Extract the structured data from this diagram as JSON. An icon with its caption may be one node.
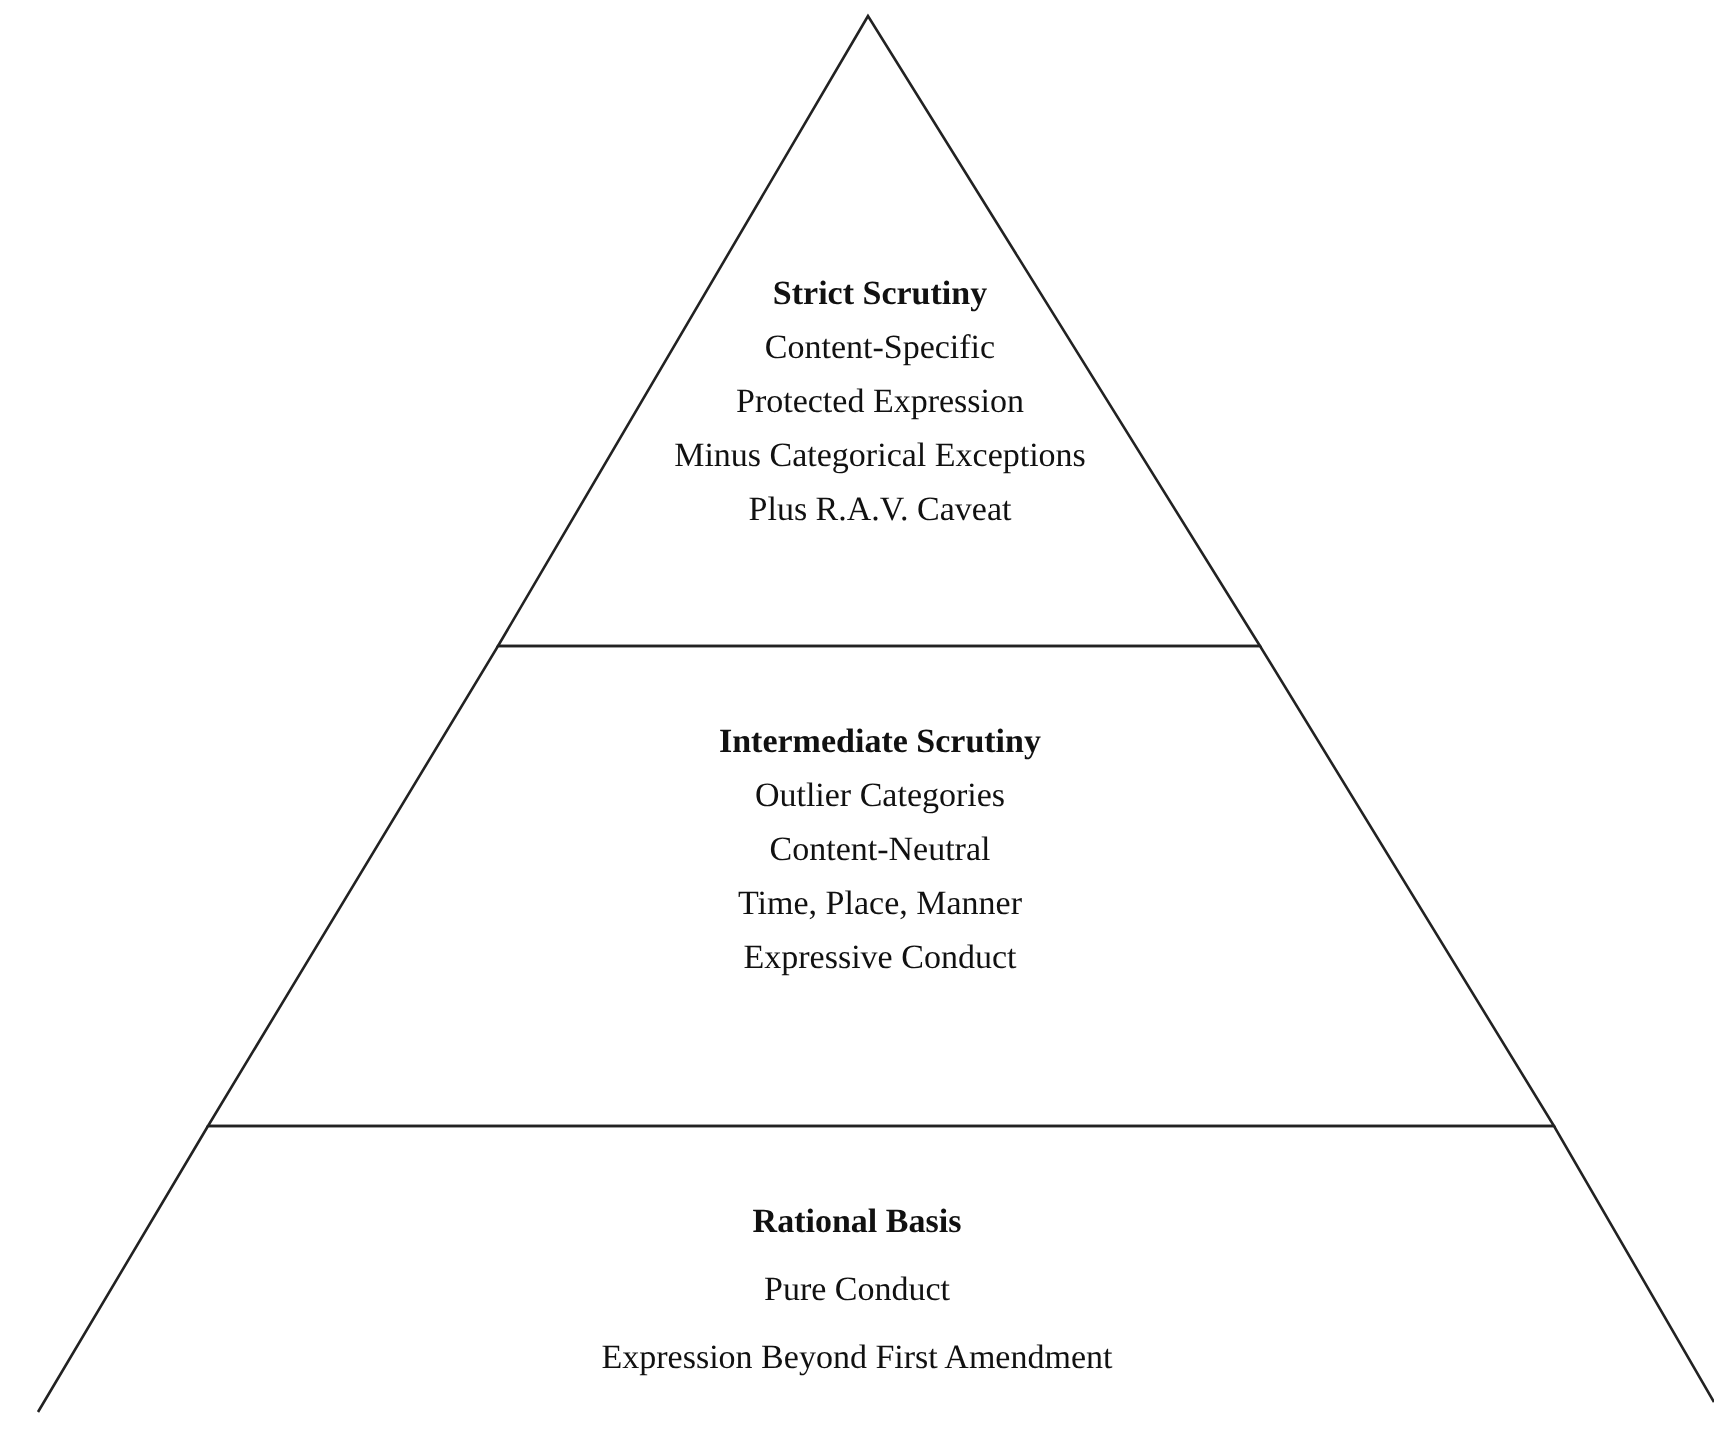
{
  "diagram": {
    "nodes": [
      {
        "text": [
          "Strict Scrutiny",
          "Content-Specific",
          "Protected Expression",
          "Minus Categorical Exceptions",
          "Plus R.A.V. Caveat"
        ]
      },
      {
        "text": [
          "Intermediate Scrutiny",
          "Outlier Categories",
          "Content-Neutral",
          "Time, Place, Manner",
          "Expressive Conduct"
        ]
      },
      {
        "text": [
          "Rational Basis",
          "Pure Conduct",
          "Expression Beyond First Amendment"
        ]
      }
    ],
    "edges": []
  }
}
